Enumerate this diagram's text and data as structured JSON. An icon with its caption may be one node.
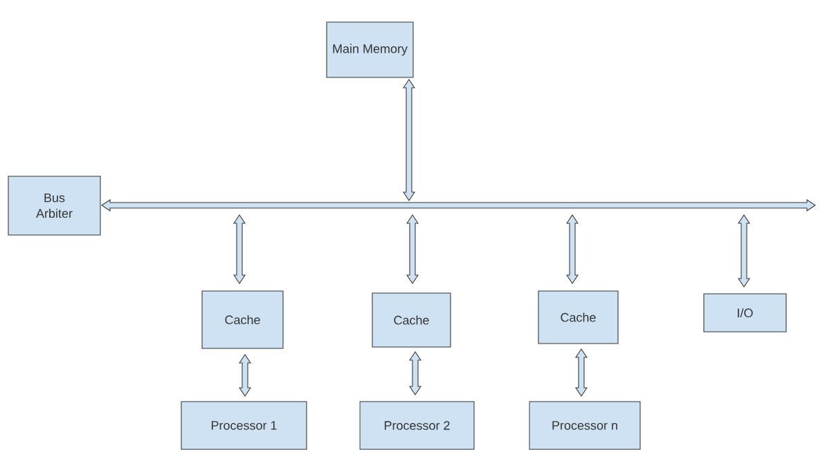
{
  "diagram": {
    "nodes": [
      {
        "text": [
          "Main Memory"
        ]
      },
      {
        "text": [
          "Bus Arbiter"
        ]
      },
      {
        "text": [],
        "shape": "bar"
      },
      {
        "text": [
          "Cache"
        ]
      },
      {
        "text": [
          "Cache"
        ]
      },
      {
        "text": [
          "Cache"
        ]
      },
      {
        "text": [
          "I/O"
        ]
      },
      {
        "text": [
          "Processor 1"
        ]
      },
      {
        "text": [
          "Processor  2"
        ]
      },
      {
        "text": [
          "Processor n"
        ]
      }
    ],
    "edges": [
      {
        "from": 0,
        "to": 2,
        "arrow": "both"
      },
      {
        "from": 2,
        "to": 1,
        "arrow": "to"
      },
      {
        "from": 2,
        "to": null,
        "arrow": "to"
      },
      {
        "from": 2,
        "to": 3,
        "arrow": "both"
      },
      {
        "from": 2,
        "to": 4,
        "arrow": "both"
      },
      {
        "from": 2,
        "to": 5,
        "arrow": "both"
      },
      {
        "from": 2,
        "to": 6,
        "arrow": "both"
      },
      {
        "from": 3,
        "to": 7,
        "arrow": "both"
      },
      {
        "from": 4,
        "to": 8,
        "arrow": "both"
      },
      {
        "from": 5,
        "to": 9,
        "arrow": "both"
      }
    ]
  }
}
